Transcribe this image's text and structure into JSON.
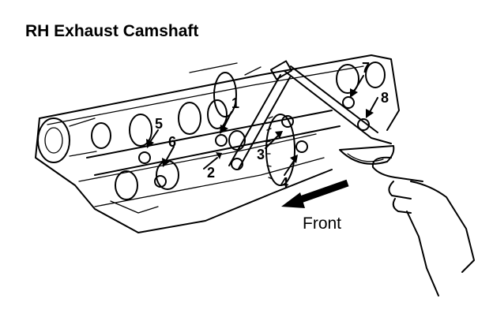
{
  "title": "RH Exhaust Camshaft",
  "labels": [
    "1",
    "2",
    "3",
    "4",
    "5",
    "6",
    "7",
    "8"
  ],
  "front_label": "Front"
}
